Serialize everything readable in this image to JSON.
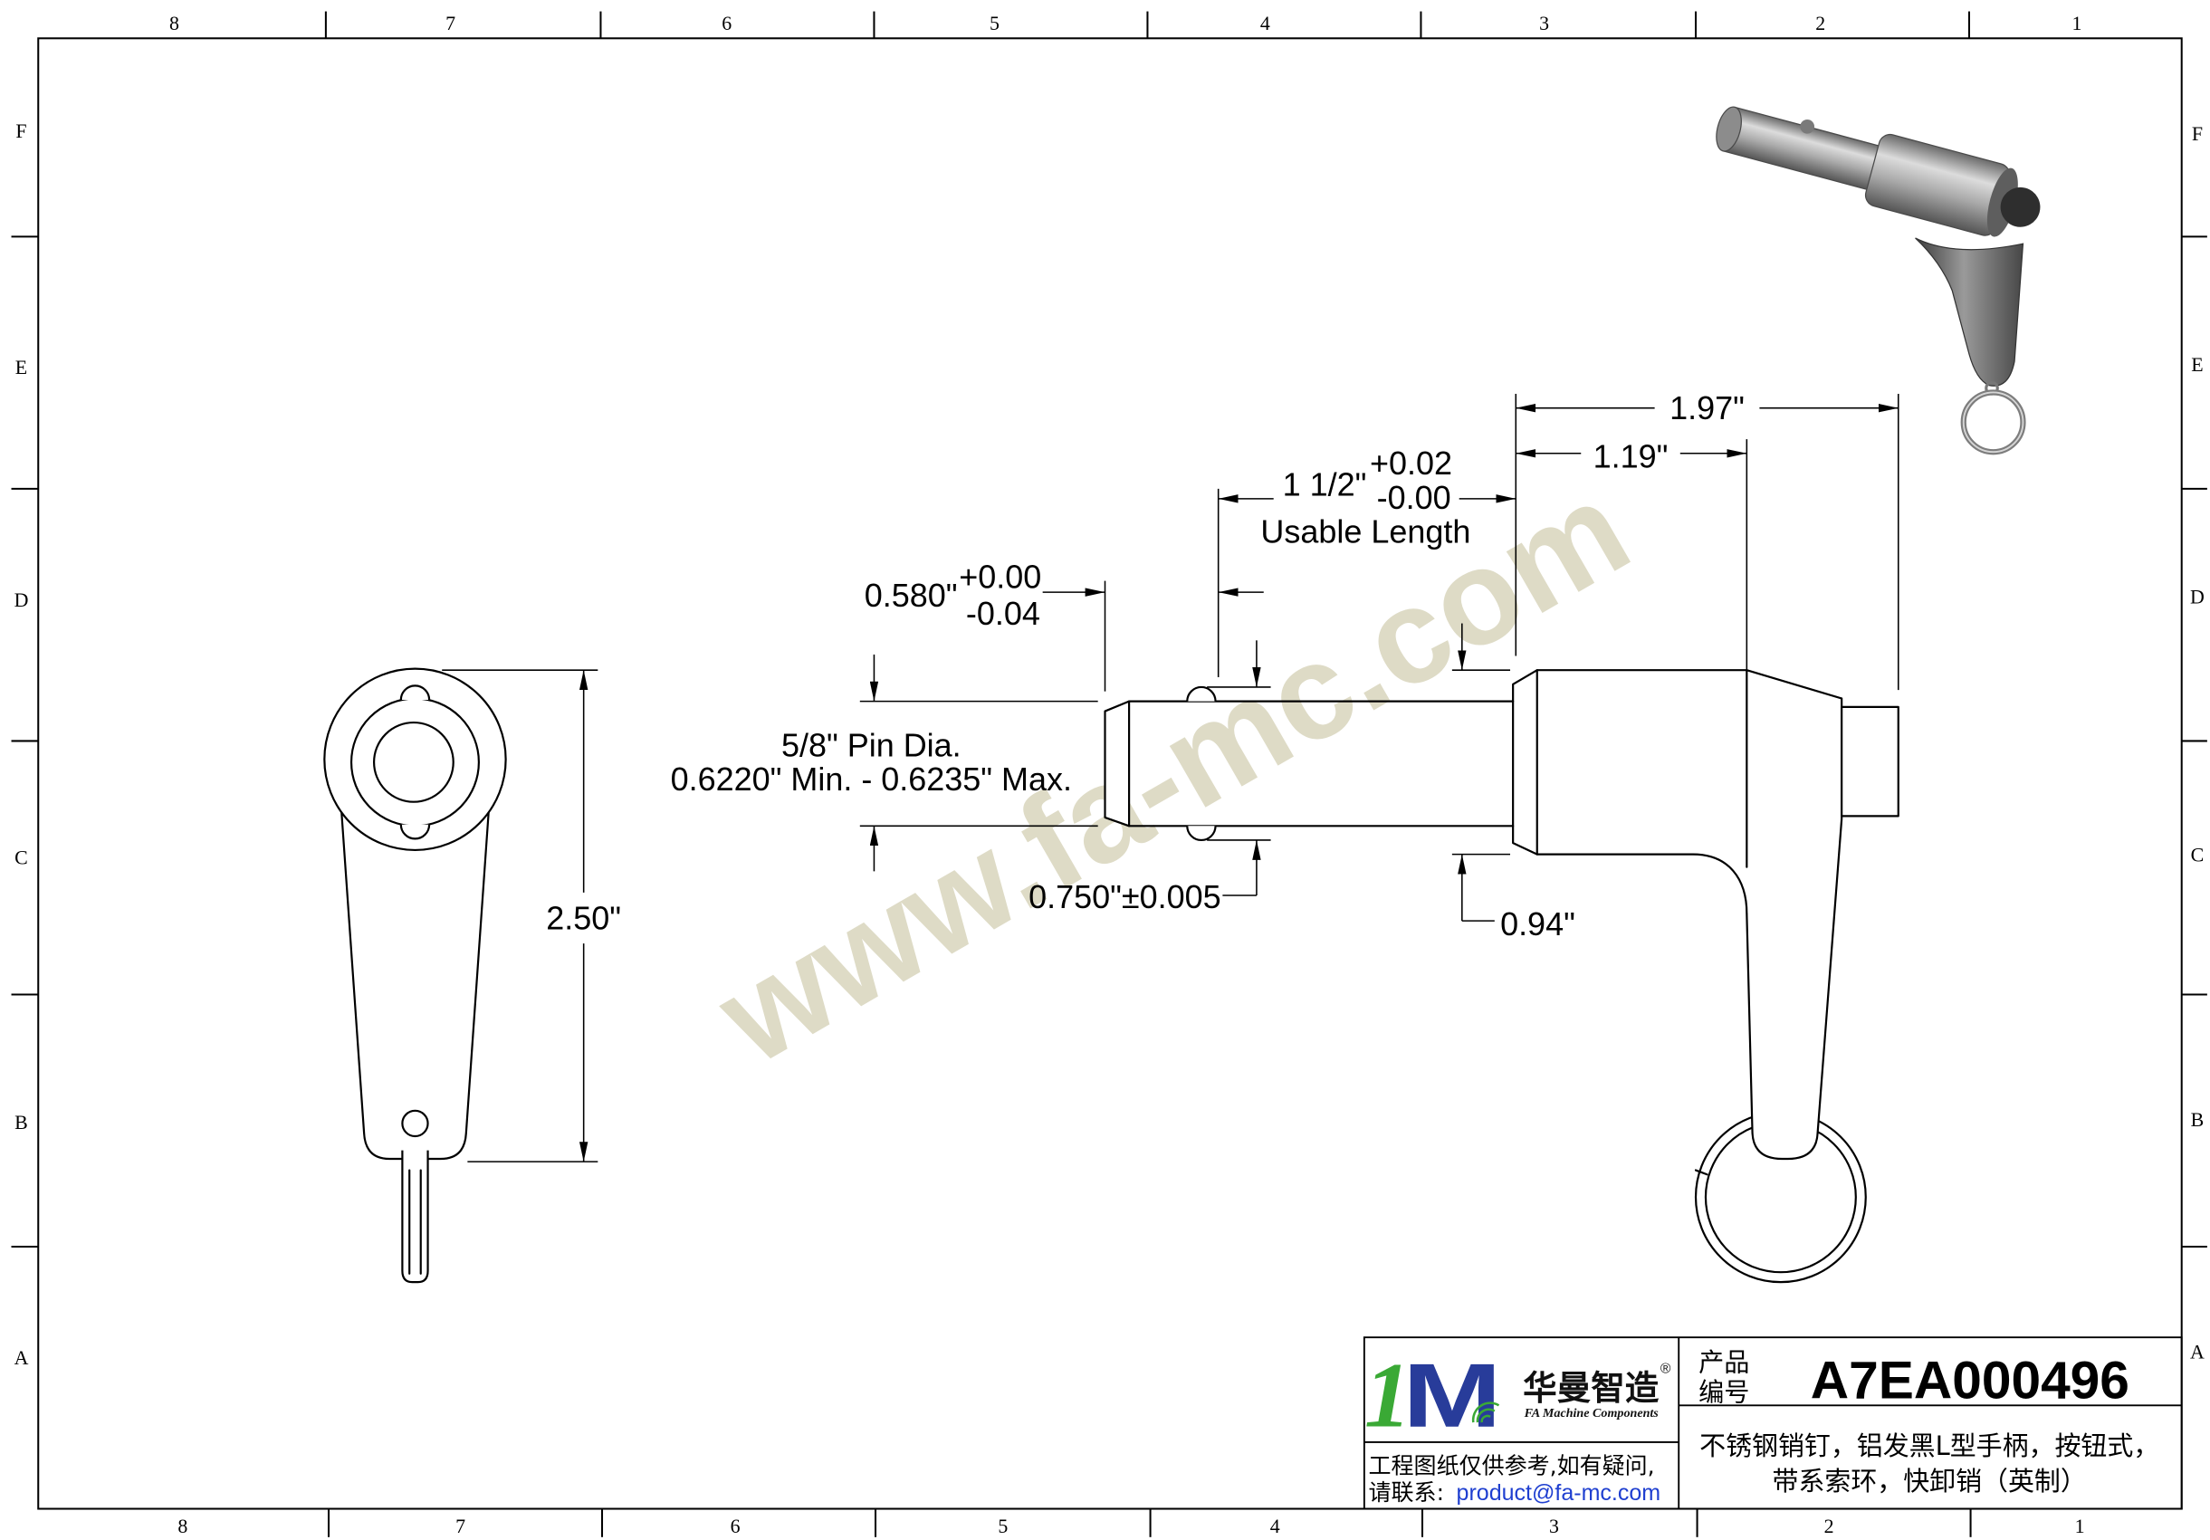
{
  "frame": {
    "top_zones": [
      "8",
      "7",
      "6",
      "5",
      "4",
      "3",
      "2",
      "1"
    ],
    "bottom_zones": [
      "8",
      "7",
      "6",
      "5",
      "4",
      "3",
      "2",
      "1"
    ],
    "left_zones": [
      "F",
      "E",
      "D",
      "C",
      "B",
      "A"
    ],
    "right_zones": [
      "F",
      "E",
      "D",
      "C",
      "B",
      "A"
    ]
  },
  "watermark": "www.fa-mc.com",
  "front_view": {
    "height_dim": "2.50\""
  },
  "side_view": {
    "overall_length": "1.97\"",
    "length_to_handle": "1.19\"",
    "usable_length": {
      "value": "1 1/2\"",
      "tol_plus": "+0.02",
      "tol_minus": "-0.00",
      "label": "Usable Length"
    },
    "ball_position": {
      "value": "0.580\"",
      "tol_plus": "+0.00",
      "tol_minus": "-0.04"
    },
    "pin_diameter": {
      "line1": "5/8\" Pin Dia.",
      "line2": "0.6220\" Min. - 0.6235\" Max."
    },
    "ball_diameter": "0.750\"±0.005",
    "body_diameter": "0.94\""
  },
  "title_block": {
    "logo": {
      "digit": "1",
      "letter": "M"
    },
    "brand_cn": "华曼智造",
    "registered": "®",
    "brand_en": "FA Machine Components",
    "note_line1": "工程图纸仅供参考,如有疑问,",
    "note_contact_label": "请联系:",
    "email": "product@fa-mc.com",
    "product_no_label_1": "产品",
    "product_no_label_2": "编号",
    "product_no": "A7EA000496",
    "description_line1": "不锈钢销钉，铝发黑L型手柄，按钮式，",
    "description_line2": "带系索环，快卸销（英制）"
  },
  "colors": {
    "line": "#000000",
    "watermark": "#dedbc6",
    "email": "#1f3fd0",
    "logo_green": "#3aa935",
    "logo_blue": "#283c9a"
  }
}
